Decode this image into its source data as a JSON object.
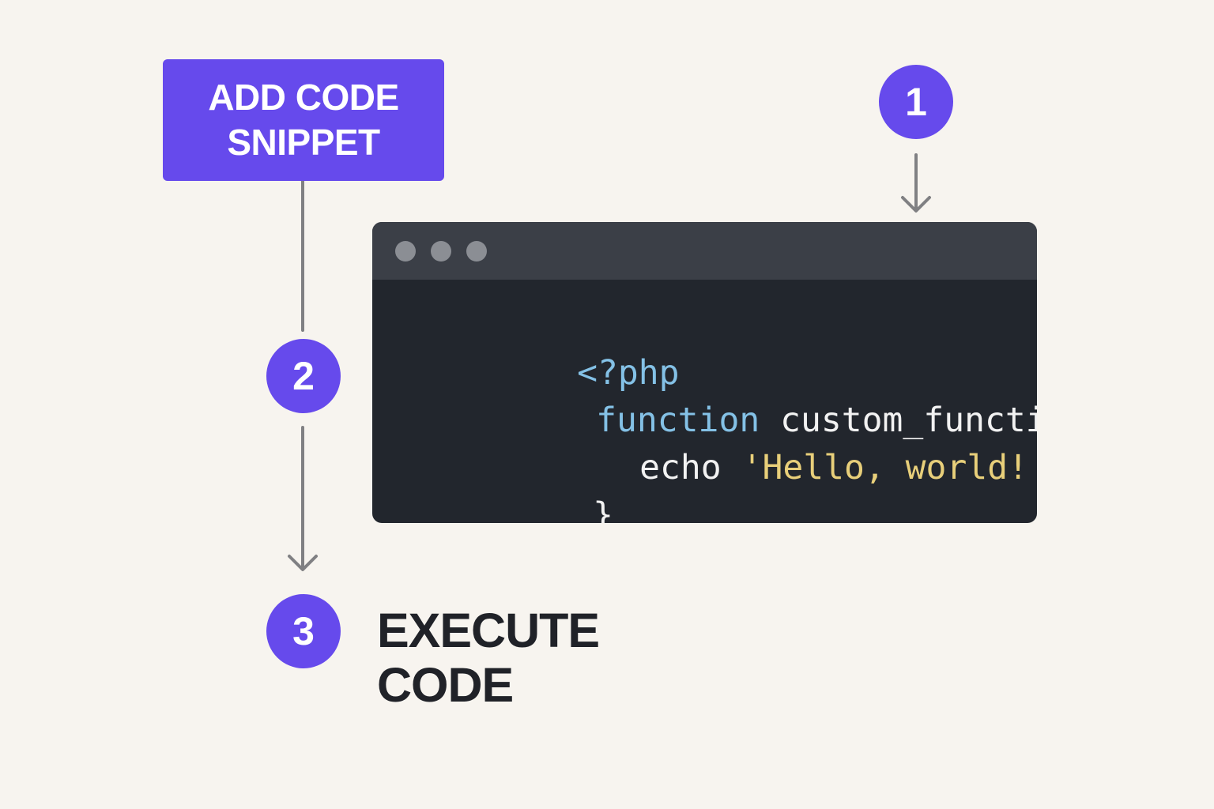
{
  "colors": {
    "background": "#f7f4ef",
    "accent": "#664aec",
    "editor_body": "#22262d",
    "editor_titlebar": "#3b3f47",
    "connector": "#808083",
    "code_keyword": "#84c1e6",
    "code_string": "#e8cf7a",
    "label_text": "#202228"
  },
  "add_snippet": {
    "label": "ADD CODE\nSNIPPET"
  },
  "steps": [
    {
      "number": "1"
    },
    {
      "number": "2"
    },
    {
      "number": "3",
      "label": "EXECUTE\nCODE"
    }
  ],
  "editor": {
    "window_controls": [
      "window-dot",
      "window-dot",
      "window-dot"
    ],
    "code_lines": [
      {
        "tokens": [
          {
            "text": "<?php",
            "kind": "tag"
          }
        ]
      },
      {
        "tokens": [
          {
            "text": "function",
            "kind": "keyword"
          },
          {
            "text": " custom_function() {",
            "kind": "plain"
          }
        ]
      },
      {
        "tokens": [
          {
            "text": "echo ",
            "kind": "plain"
          },
          {
            "text": "'Hello, world!'",
            "kind": "string"
          },
          {
            "text": ";",
            "kind": "plain"
          }
        ]
      },
      {
        "tokens": [
          {
            "text": "}",
            "kind": "plain"
          }
        ]
      }
    ]
  }
}
